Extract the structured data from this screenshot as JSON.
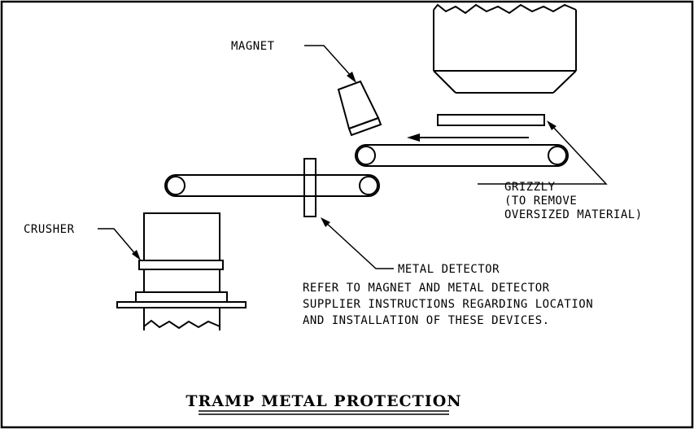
{
  "labels": {
    "magnet": "MAGNET",
    "crusher": "CRUSHER",
    "grizzly_line1": "GRIZZLY",
    "grizzly_line2": "(TO REMOVE",
    "grizzly_line3": "OVERSIZED MATERIAL)",
    "metal_detector": "METAL DETECTOR",
    "note_line1": "REFER TO MAGNET AND METAL DETECTOR",
    "note_line2": "SUPPLIER INSTRUCTIONS REGARDING LOCATION",
    "note_line3": "AND INSTALLATION OF THESE DEVICES."
  },
  "title": "TRAMP METAL PROTECTION"
}
